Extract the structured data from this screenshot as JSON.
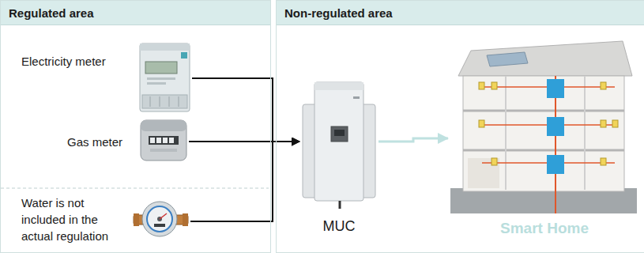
{
  "diagram": {
    "nodes": [
      {
        "text": [
          "Regulated area"
        ]
      },
      {
        "text": [
          "Electricity meter"
        ],
        "in": 0
      },
      {
        "text": [
          "Gas meter"
        ],
        "in": 0
      },
      {
        "text": [
          "Water is not included in the actual regulation"
        ],
        "in": 0
      },
      {
        "text": [
          "Non-regulated area"
        ]
      },
      {
        "text": [
          "MUC"
        ],
        "in": 4
      },
      {
        "text": [
          "Smart Home"
        ],
        "in": 4
      }
    ],
    "edges": [
      {
        "from": 1,
        "to": 5,
        "arrow": "to"
      },
      {
        "from": 2,
        "to": 5,
        "arrow": "to"
      },
      {
        "from": 3,
        "to": 5,
        "arrow": "to"
      },
      {
        "from": 5,
        "to": 6,
        "arrow": "to"
      }
    ]
  }
}
